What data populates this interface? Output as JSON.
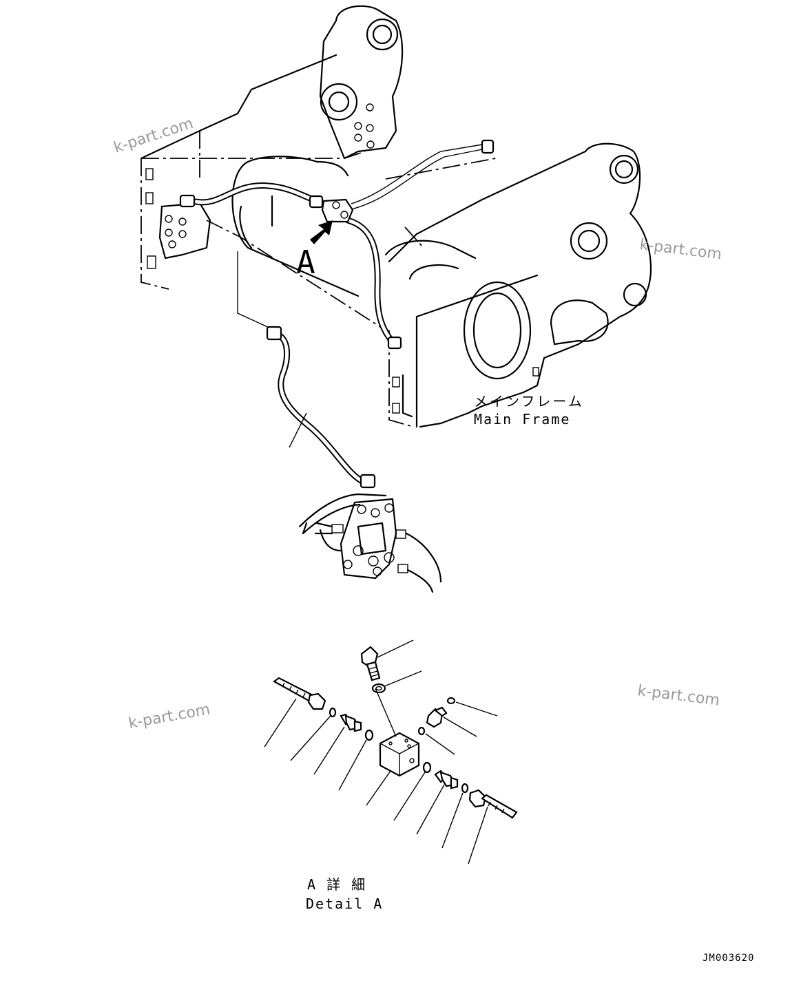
{
  "labels": {
    "main_frame_jp": "メインフレーム",
    "main_frame_en": "Main Frame",
    "view_letter": "A",
    "detail_jp": "A 詳 細",
    "detail_en": "Detail A",
    "drawing_code": "JM003620"
  },
  "watermarks": [
    "k-part.com",
    "k-part.com",
    "k-part.com",
    "k-part.com"
  ],
  "icons": {
    "view_arrow": "view-arrow-icon"
  },
  "colors": {
    "line": "#000000",
    "background": "#ffffff",
    "watermark": "#9a9a9a"
  }
}
